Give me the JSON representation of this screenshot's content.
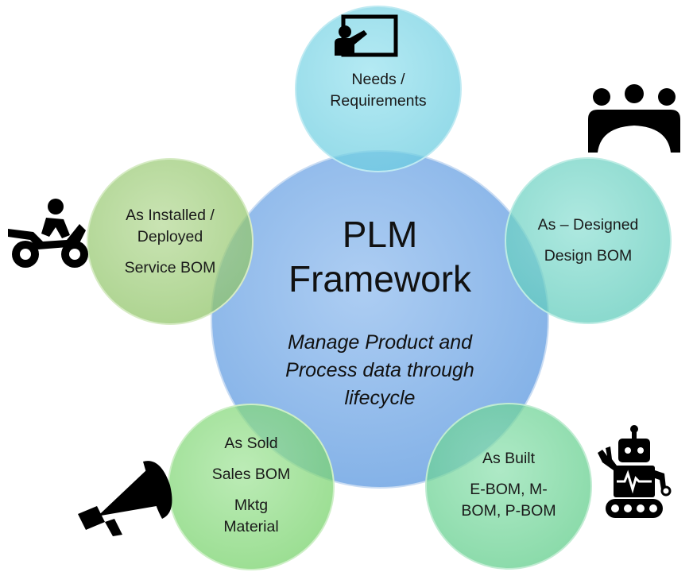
{
  "center": {
    "title_line1": "PLM",
    "title_line2": "Framework",
    "tagline_line1": "Manage Product and",
    "tagline_line2": "Process data through",
    "tagline_line3": "lifecycle",
    "color": "#8fb9ea"
  },
  "nodes": {
    "needs": {
      "line1": "Needs /",
      "line2": "Requirements",
      "color": "#7fd6e6",
      "icon": "presentation-icon"
    },
    "designed": {
      "line1": "As – Designed",
      "line2": "Design BOM",
      "color": "#6fd4c6",
      "icon": "team-meeting-icon"
    },
    "built": {
      "line1": "As Built",
      "line2": "E-BOM, M-",
      "line3": "BOM, P-BOM",
      "color": "#6fd497",
      "icon": "robot-icon"
    },
    "sold": {
      "line1": "As Sold",
      "line2": "Sales BOM",
      "line3": "Mktg",
      "line4": "Material",
      "color": "#83d87a",
      "icon": "megaphone-icon"
    },
    "installed": {
      "line1": "As Installed /",
      "line2": "Deployed",
      "line3": "Service BOM",
      "color": "#9ccb74",
      "icon": "motorcycle-rider-icon"
    }
  }
}
